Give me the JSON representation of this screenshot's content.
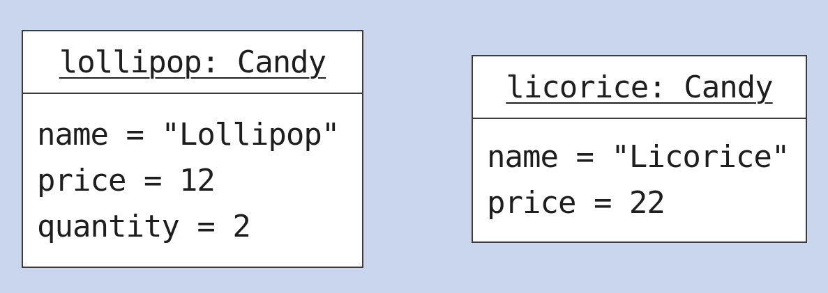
{
  "objects": [
    {
      "title": "lollipop: Candy",
      "attributes": [
        "name = \"Lollipop\"",
        "price = 12",
        "quantity = 2"
      ]
    },
    {
      "title": "licorice: Candy",
      "attributes": [
        "name = \"Licorice\"",
        "price = 22"
      ]
    }
  ]
}
